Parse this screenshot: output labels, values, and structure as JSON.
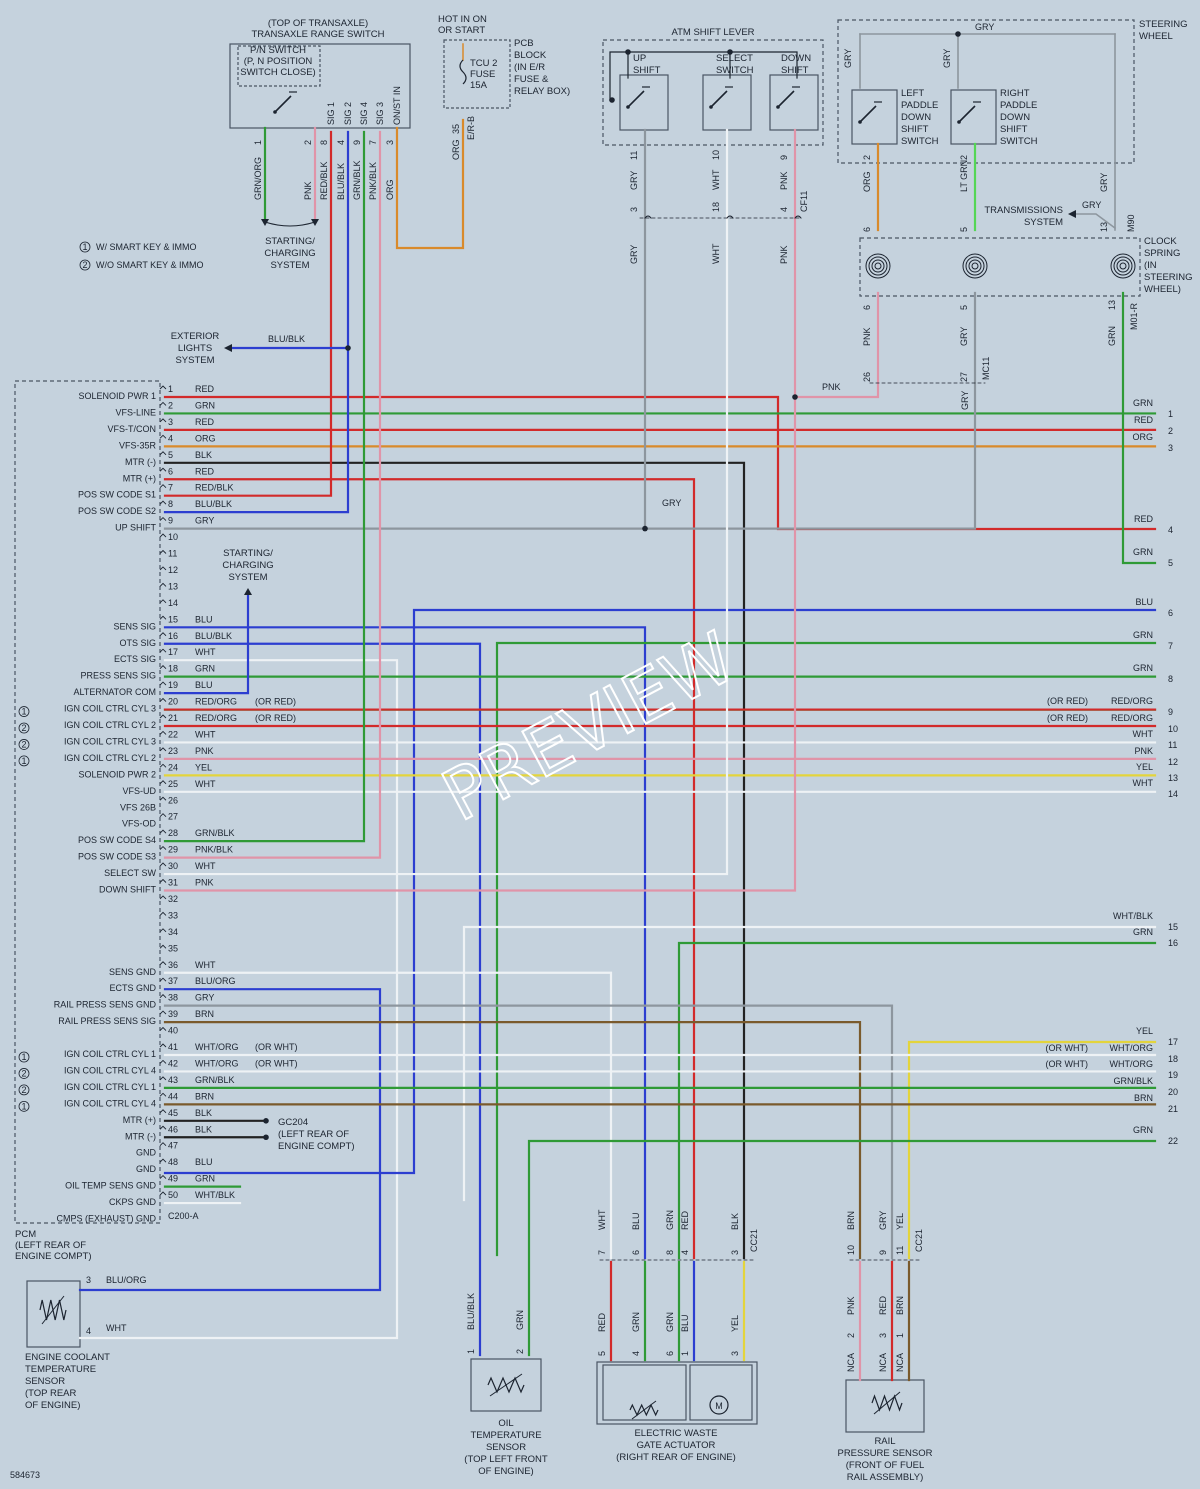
{
  "colors": {
    "background": "#c5d2dd",
    "ink": "#1c2430",
    "RED": "#d22a2a",
    "GRN": "#2f9a36",
    "ORG": "#d98a2b",
    "BLK": "#222222",
    "GRY": "#8d969e",
    "BLU": "#2c3ed0",
    "WHT": "#eef2f5",
    "PNK": "#e094a8",
    "YEL": "#e3d43c",
    "BRN": "#7a5a2c",
    "LTGRN": "#55d655"
  },
  "diagram_id": "584673",
  "watermark": "PREVIEW",
  "notes": {
    "n1": "W/ SMART KEY & IMMO",
    "n2": "W/O SMART KEY & IMMO"
  },
  "pcm": {
    "title": "PCM",
    "location": [
      "(LEFT REAR OF",
      "ENGINE COMPT)"
    ],
    "connector": "C200-A",
    "pins": [
      {
        "pin": "1",
        "signal": "SOLENOID PWR 1",
        "wire": "RED"
      },
      {
        "pin": "2",
        "signal": "VFS-LINE",
        "wire": "GRN"
      },
      {
        "pin": "3",
        "signal": "VFS-T/CON",
        "wire": "RED"
      },
      {
        "pin": "4",
        "signal": "VFS-35R",
        "wire": "ORG"
      },
      {
        "pin": "5",
        "signal": "MTR (-)",
        "wire": "BLK"
      },
      {
        "pin": "6",
        "signal": "MTR (+)",
        "wire": "RED"
      },
      {
        "pin": "7",
        "signal": "POS SW CODE S1",
        "wire": "RED/BLK"
      },
      {
        "pin": "8",
        "signal": "POS SW CODE S2",
        "wire": "BLU/BLK"
      },
      {
        "pin": "9",
        "signal": "UP SHIFT",
        "wire": "GRY"
      },
      {
        "pin": "10",
        "signal": "",
        "wire": ""
      },
      {
        "pin": "11",
        "signal": "",
        "wire": ""
      },
      {
        "pin": "12",
        "signal": "",
        "wire": ""
      },
      {
        "pin": "13",
        "signal": "",
        "wire": ""
      },
      {
        "pin": "14",
        "signal": "",
        "wire": ""
      },
      {
        "pin": "15",
        "signal": "SENS SIG",
        "wire": "BLU"
      },
      {
        "pin": "16",
        "signal": "OTS SIG",
        "wire": "BLU/BLK"
      },
      {
        "pin": "17",
        "signal": "ECTS SIG",
        "wire": "WHT"
      },
      {
        "pin": "18",
        "signal": "PRESS SENS SIG",
        "wire": "GRN"
      },
      {
        "pin": "19",
        "signal": "ALTERNATOR COM",
        "wire": "BLU"
      },
      {
        "pin": "20",
        "signal": "IGN COIL CTRL CYL 3",
        "wire": "RED/ORG",
        "note": "(OR RED)",
        "mark": "1"
      },
      {
        "pin": "21",
        "signal": "IGN COIL CTRL CYL 2",
        "wire": "RED/ORG",
        "note": "(OR RED)",
        "mark": "2"
      },
      {
        "pin": "22",
        "signal": "IGN COIL CTRL CYL 3",
        "wire": "WHT",
        "mark": "2"
      },
      {
        "pin": "23",
        "signal": "IGN COIL CTRL CYL 2",
        "wire": "PNK",
        "mark": "1"
      },
      {
        "pin": "24",
        "signal": "SOLENOID PWR 2",
        "wire": "YEL"
      },
      {
        "pin": "25",
        "signal": "VFS-UD",
        "wire": "WHT"
      },
      {
        "pin": "26",
        "signal": "VFS 26B",
        "wire": ""
      },
      {
        "pin": "27",
        "signal": "VFS-OD",
        "wire": ""
      },
      {
        "pin": "28",
        "signal": "POS SW CODE S4",
        "wire": "GRN/BLK"
      },
      {
        "pin": "29",
        "signal": "POS SW CODE S3",
        "wire": "PNK/BLK"
      },
      {
        "pin": "30",
        "signal": "SELECT SW",
        "wire": "WHT"
      },
      {
        "pin": "31",
        "signal": "DOWN SHIFT",
        "wire": "PNK"
      },
      {
        "pin": "32",
        "signal": "",
        "wire": ""
      },
      {
        "pin": "33",
        "signal": "",
        "wire": ""
      },
      {
        "pin": "34",
        "signal": "",
        "wire": ""
      },
      {
        "pin": "35",
        "signal": "",
        "wire": ""
      },
      {
        "pin": "36",
        "signal": "SENS GND",
        "wire": "WHT"
      },
      {
        "pin": "37",
        "signal": "ECTS GND",
        "wire": "BLU/ORG"
      },
      {
        "pin": "38",
        "signal": "RAIL PRESS SENS GND",
        "wire": "GRY"
      },
      {
        "pin": "39",
        "signal": "RAIL PRESS SENS SIG",
        "wire": "BRN"
      },
      {
        "pin": "40",
        "signal": "",
        "wire": ""
      },
      {
        "pin": "41",
        "signal": "IGN COIL CTRL CYL 1",
        "wire": "WHT/ORG",
        "note": "(OR WHT)",
        "mark": "1"
      },
      {
        "pin": "42",
        "signal": "IGN COIL CTRL CYL 4",
        "wire": "WHT/ORG",
        "note": "(OR WHT)",
        "mark": "2"
      },
      {
        "pin": "43",
        "signal": "IGN COIL CTRL CYL 1",
        "wire": "GRN/BLK",
        "mark": "2"
      },
      {
        "pin": "44",
        "signal": "IGN COIL CTRL CYL 4",
        "wire": "BRN",
        "mark": "1"
      },
      {
        "pin": "45",
        "signal": "MTR (+)",
        "wire": "BLK"
      },
      {
        "pin": "46",
        "signal": "MTR (-)",
        "wire": "BLK"
      },
      {
        "pin": "47",
        "signal": "GND",
        "wire": ""
      },
      {
        "pin": "48",
        "signal": "GND",
        "wire": "BLU"
      },
      {
        "pin": "49",
        "signal": "OIL TEMP SENS GND",
        "wire": "GRN"
      },
      {
        "pin": "50",
        "signal": "CKPS GND",
        "wire": "WHT/BLK"
      },
      {
        "pin": "",
        "signal": "CMPS (EXHAUST) GND",
        "wire": ""
      }
    ]
  },
  "outputs": [
    {
      "num": "1",
      "wire": "GRN"
    },
    {
      "num": "2",
      "wire": "RED"
    },
    {
      "num": "3",
      "wire": "ORG"
    },
    {
      "num": "4",
      "wire": "RED"
    },
    {
      "num": "5",
      "wire": "GRN"
    },
    {
      "num": "6",
      "wire": "BLU"
    },
    {
      "num": "7",
      "wire": "GRN"
    },
    {
      "num": "8",
      "wire": "GRN"
    },
    {
      "num": "9",
      "wire": "RED/ORG",
      "note": "(OR RED)"
    },
    {
      "num": "10",
      "wire": "RED/ORG",
      "note": "(OR RED)"
    },
    {
      "num": "11",
      "wire": "WHT"
    },
    {
      "num": "12",
      "wire": "PNK"
    },
    {
      "num": "13",
      "wire": "YEL"
    },
    {
      "num": "14",
      "wire": "WHT"
    },
    {
      "num": "15",
      "wire": "WHT/BLK"
    },
    {
      "num": "16",
      "wire": "GRN"
    },
    {
      "num": "17",
      "wire": "YEL"
    },
    {
      "num": "18",
      "wire": "WHT/ORG",
      "note": "(OR WHT)"
    },
    {
      "num": "19",
      "wire": "WHT/ORG",
      "note": "(OR WHT)"
    },
    {
      "num": "20",
      "wire": "GRN/BLK"
    },
    {
      "num": "21",
      "wire": "BRN"
    },
    {
      "num": "22",
      "wire": "GRN"
    }
  ],
  "range_switch": {
    "title": [
      "(TOP OF TRANSAXLE)",
      "TRANSAXLE RANGE SWITCH"
    ],
    "inner": [
      "P/N SWITCH",
      "(P, N POSITION",
      "SWITCH CLOSE)"
    ],
    "terminals": [
      {
        "name": "",
        "pin": "1",
        "wire": "GRN/ORG"
      },
      {
        "name": "",
        "pin": "2",
        "wire": "PNK"
      },
      {
        "name": "SIG 1",
        "pin": "8",
        "wire": "RED/BLK"
      },
      {
        "name": "SIG 2",
        "pin": "4",
        "wire": "BLU/BLK"
      },
      {
        "name": "SIG 4",
        "pin": "9",
        "wire": "GRN/BLK"
      },
      {
        "name": "SIG 3",
        "pin": "7",
        "wire": "PNK/BLK"
      },
      {
        "name": "ON/ST IN",
        "pin": "3",
        "wire": "ORG"
      }
    ],
    "starting": [
      "STARTING/",
      "CHARGING",
      "SYSTEM"
    ]
  },
  "fuse": {
    "hot": [
      "HOT IN ON",
      "OR START"
    ],
    "name": [
      "TCU 2",
      "FUSE",
      "15A"
    ],
    "block": [
      "PCB",
      "BLOCK",
      "(IN E/R",
      "FUSE &",
      "RELAY BOX)"
    ],
    "pin": "35",
    "wire": "ORG",
    "conn": "E/R-B"
  },
  "exterior_lights": {
    "label": [
      "EXTERIOR",
      "LIGHTS",
      "SYSTEM"
    ],
    "wire": "BLU/BLK"
  },
  "starting2": [
    "STARTING/",
    "CHARGING",
    "SYSTEM"
  ],
  "shift_lever": {
    "title": "ATM SHIFT LEVER",
    "up": [
      "UP",
      "SHIFT"
    ],
    "select": [
      "SELECT",
      "SWITCH"
    ],
    "down": [
      "DOWN",
      "SHIFT"
    ],
    "pins": [
      {
        "pin": "11",
        "wire": "GRY",
        "cf": "3",
        "lower": "GRY"
      },
      {
        "pin": "10",
        "wire": "WHT",
        "cf": "18",
        "lower": "WHT"
      },
      {
        "pin": "9",
        "wire": "PNK",
        "cf": "4",
        "lower": "PNK"
      }
    ],
    "conn": "CF11",
    "gry_tap": "GRY",
    "pnk_tap": "PNK"
  },
  "steering": {
    "title": [
      "STEERING",
      "WHEEL"
    ],
    "gry_top": "GRY",
    "left": [
      "LEFT",
      "PADDLE",
      "DOWN",
      "SHIFT",
      "SWITCH"
    ],
    "right": [
      "RIGHT",
      "PADDLE",
      "DOWN",
      "SHIFT",
      "SWITCH"
    ],
    "wires_top": [
      {
        "pin": "2",
        "wire": "ORG",
        "cs": "6"
      },
      {
        "pin": "2",
        "wire": "LT GRN",
        "cs": "5"
      },
      {
        "pin": "",
        "wire": "GRY",
        "cs": "13"
      }
    ],
    "trans_system": [
      "TRANSMISSIONS",
      "SYSTEM"
    ],
    "trans_wire": "GRY",
    "conn_m": "M90",
    "clock": [
      "CLOCK",
      "SPRING",
      "(IN",
      "STEERING",
      "WHEEL)"
    ],
    "wires_bottom": [
      {
        "pin": "6",
        "wire": "PNK",
        "mc": "26"
      },
      {
        "pin": "5",
        "wire": "GRY",
        "mc": "27"
      },
      {
        "pin": "13",
        "wire": "GRN"
      }
    ],
    "conn_mc": "MC11",
    "conn_m01": "M01-R",
    "gry_vertical": "GRY"
  },
  "ground": {
    "conn": "GC204",
    "loc": [
      "(LEFT REAR OF",
      "ENGINE COMPT)"
    ]
  },
  "ect": {
    "label": [
      "ENGINE COOLANT",
      "TEMPERATURE",
      "SENSOR",
      "(TOP REAR",
      "OF ENGINE)"
    ],
    "p3": "3",
    "w3": "BLU/ORG",
    "p4": "4",
    "w4": "WHT"
  },
  "oil_temp": {
    "label": [
      "OIL",
      "TEMPERATURE",
      "SENSOR",
      "(TOP LEFT FRONT",
      "OF ENGINE)"
    ],
    "w1": "BLU/BLK",
    "p1": "1",
    "w2": "GRN",
    "p2": "2"
  },
  "waste_gate": {
    "label": [
      "ELECTRIC WASTE",
      "GATE ACTUATOR",
      "(RIGHT REAR OF ENGINE)"
    ],
    "upper": [
      {
        "wire": "WHT",
        "pin": "7"
      },
      {
        "wire": "BLU",
        "pin": "6"
      },
      {
        "wire": "GRN",
        "pin": "8"
      },
      {
        "wire": "RED",
        "pin": "4"
      },
      {
        "wire": "BLK",
        "pin": "3"
      }
    ],
    "conn": "CC21",
    "lower": [
      {
        "wire": "RED",
        "pin": "5"
      },
      {
        "wire": "GRN",
        "pin": "4"
      },
      {
        "wire": "GRN",
        "pin": "6"
      },
      {
        "wire": "BLU",
        "pin": "1"
      },
      {
        "wire": "YEL",
        "pin": "3"
      }
    ],
    "motor": "M"
  },
  "rail": {
    "label": [
      "RAIL",
      "PRESSURE SENSOR",
      "(FRONT OF FUEL",
      "RAIL ASSEMBLY)"
    ],
    "upper": [
      {
        "wire": "BRN",
        "pin": "10"
      },
      {
        "wire": "GRY",
        "pin": "9"
      },
      {
        "wire": "YEL",
        "pin": "11"
      }
    ],
    "conn": "CC21",
    "lower": [
      {
        "wire": "PNK",
        "pin": "2"
      },
      {
        "wire": "RED",
        "pin": "3"
      },
      {
        "wire": "BRN",
        "pin": "1"
      }
    ],
    "nca": "NCA"
  }
}
